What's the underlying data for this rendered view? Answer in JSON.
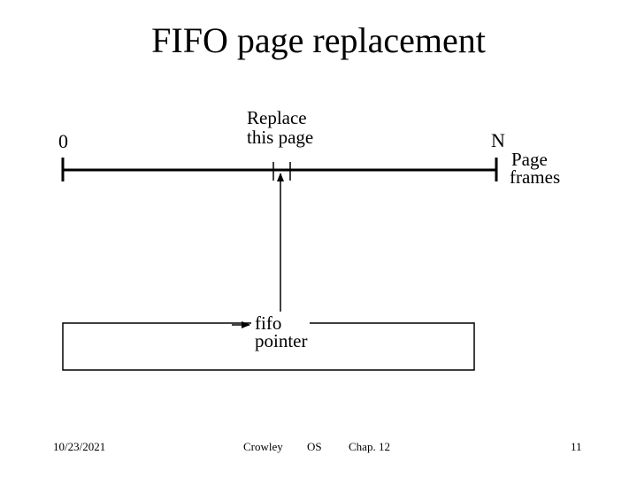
{
  "slide": {
    "title": "FIFO page replacement"
  },
  "diagram": {
    "label_start": "0",
    "label_end": "N",
    "label_replace_line1": "Replace",
    "label_replace_line2": "this page",
    "label_frames_line1": "Page",
    "label_frames_line2": "frames",
    "label_pointer_line1": "fifo",
    "label_pointer_line2": "pointer"
  },
  "footer": {
    "date": "10/23/2021",
    "author": "Crowley",
    "course": "OS",
    "chapter": "Chap. 12",
    "page_number": "11"
  }
}
